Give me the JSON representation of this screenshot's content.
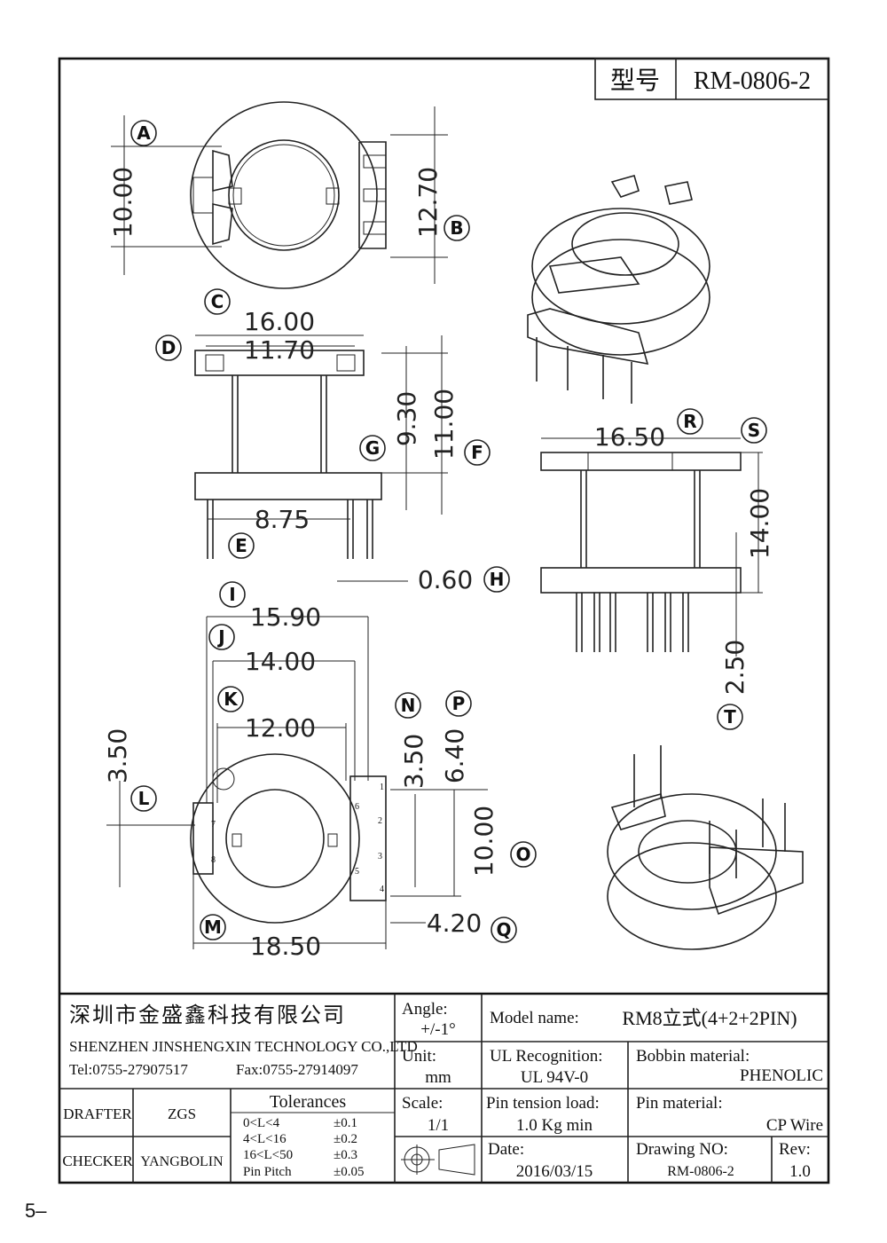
{
  "model_header": {
    "label": "型号",
    "value": "RM-0806-2"
  },
  "dims": {
    "top_view_height": "10.00",
    "top_view_slot": "12.70",
    "front_width_outer": "16.00",
    "front_width_inner": "11.70",
    "front_h_inner": "9.30",
    "front_h_outer": "11.00",
    "pin_span": "8.75",
    "pin_dia": "0.60",
    "side_width": "16.50",
    "side_height": "14.00",
    "pin_len": "2.50",
    "b_w1": "15.90",
    "b_w2": "14.00",
    "b_w3": "12.00",
    "b_l": "3.50",
    "b_n": "3.50",
    "b_p": "6.40",
    "b_o": "10.00",
    "b_q": "4.20",
    "b_m": "18.50"
  },
  "letters": [
    "A",
    "B",
    "C",
    "D",
    "E",
    "F",
    "G",
    "H",
    "I",
    "J",
    "K",
    "L",
    "M",
    "N",
    "O",
    "P",
    "Q",
    "R",
    "S",
    "T"
  ],
  "pin_numbers": [
    "1",
    "2",
    "3",
    "4",
    "5",
    "6",
    "7",
    "8"
  ],
  "titleblock": {
    "company_cn": "深圳市金盛鑫科技有限公司",
    "company_en": "SHENZHEN JINSHENGXIN TECHNOLOGY CO.,LTD",
    "tel": "Tel:0755-27907517",
    "fax": "Fax:0755-27914097",
    "angle_label": "Angle:",
    "angle_value": "+/-1°",
    "unit_label": "Unit:",
    "unit_value": "mm",
    "scale_label": "Scale:",
    "scale_value": "1/1",
    "model_name_label": "Model name:",
    "model_name_value": "RM8立式(4+2+2PIN)",
    "ul_label": "UL Recognition:",
    "ul_value": "UL 94V-0",
    "bobbin_label": "Bobbin material:",
    "bobbin_value": "PHENOLIC",
    "pin_tension_label": "Pin tension load:",
    "pin_tension_value": "1.0 Kg min",
    "pin_material_label": "Pin material:",
    "pin_material_value": "CP Wire",
    "date_label": "Date:",
    "date_value": "2016/03/15",
    "drawing_no_label": "Drawing NO:",
    "drawing_no_value": "RM-0806-2",
    "rev_label": "Rev:",
    "rev_value": "1.0",
    "drafter_label": "DRAFTER",
    "drafter_value": "ZGS",
    "checker_label": "CHECKER",
    "checker_value": "YANGBOLIN",
    "tolerances_title": "Tolerances",
    "tolerances": [
      {
        "range": "0<L<4",
        "value": "±0.1"
      },
      {
        "range": "4<L<16",
        "value": "±0.2"
      },
      {
        "range": "16<L<50",
        "value": "±0.3"
      },
      {
        "range": "Pin Pitch",
        "value": "±0.05"
      }
    ]
  },
  "page_number": "5–"
}
